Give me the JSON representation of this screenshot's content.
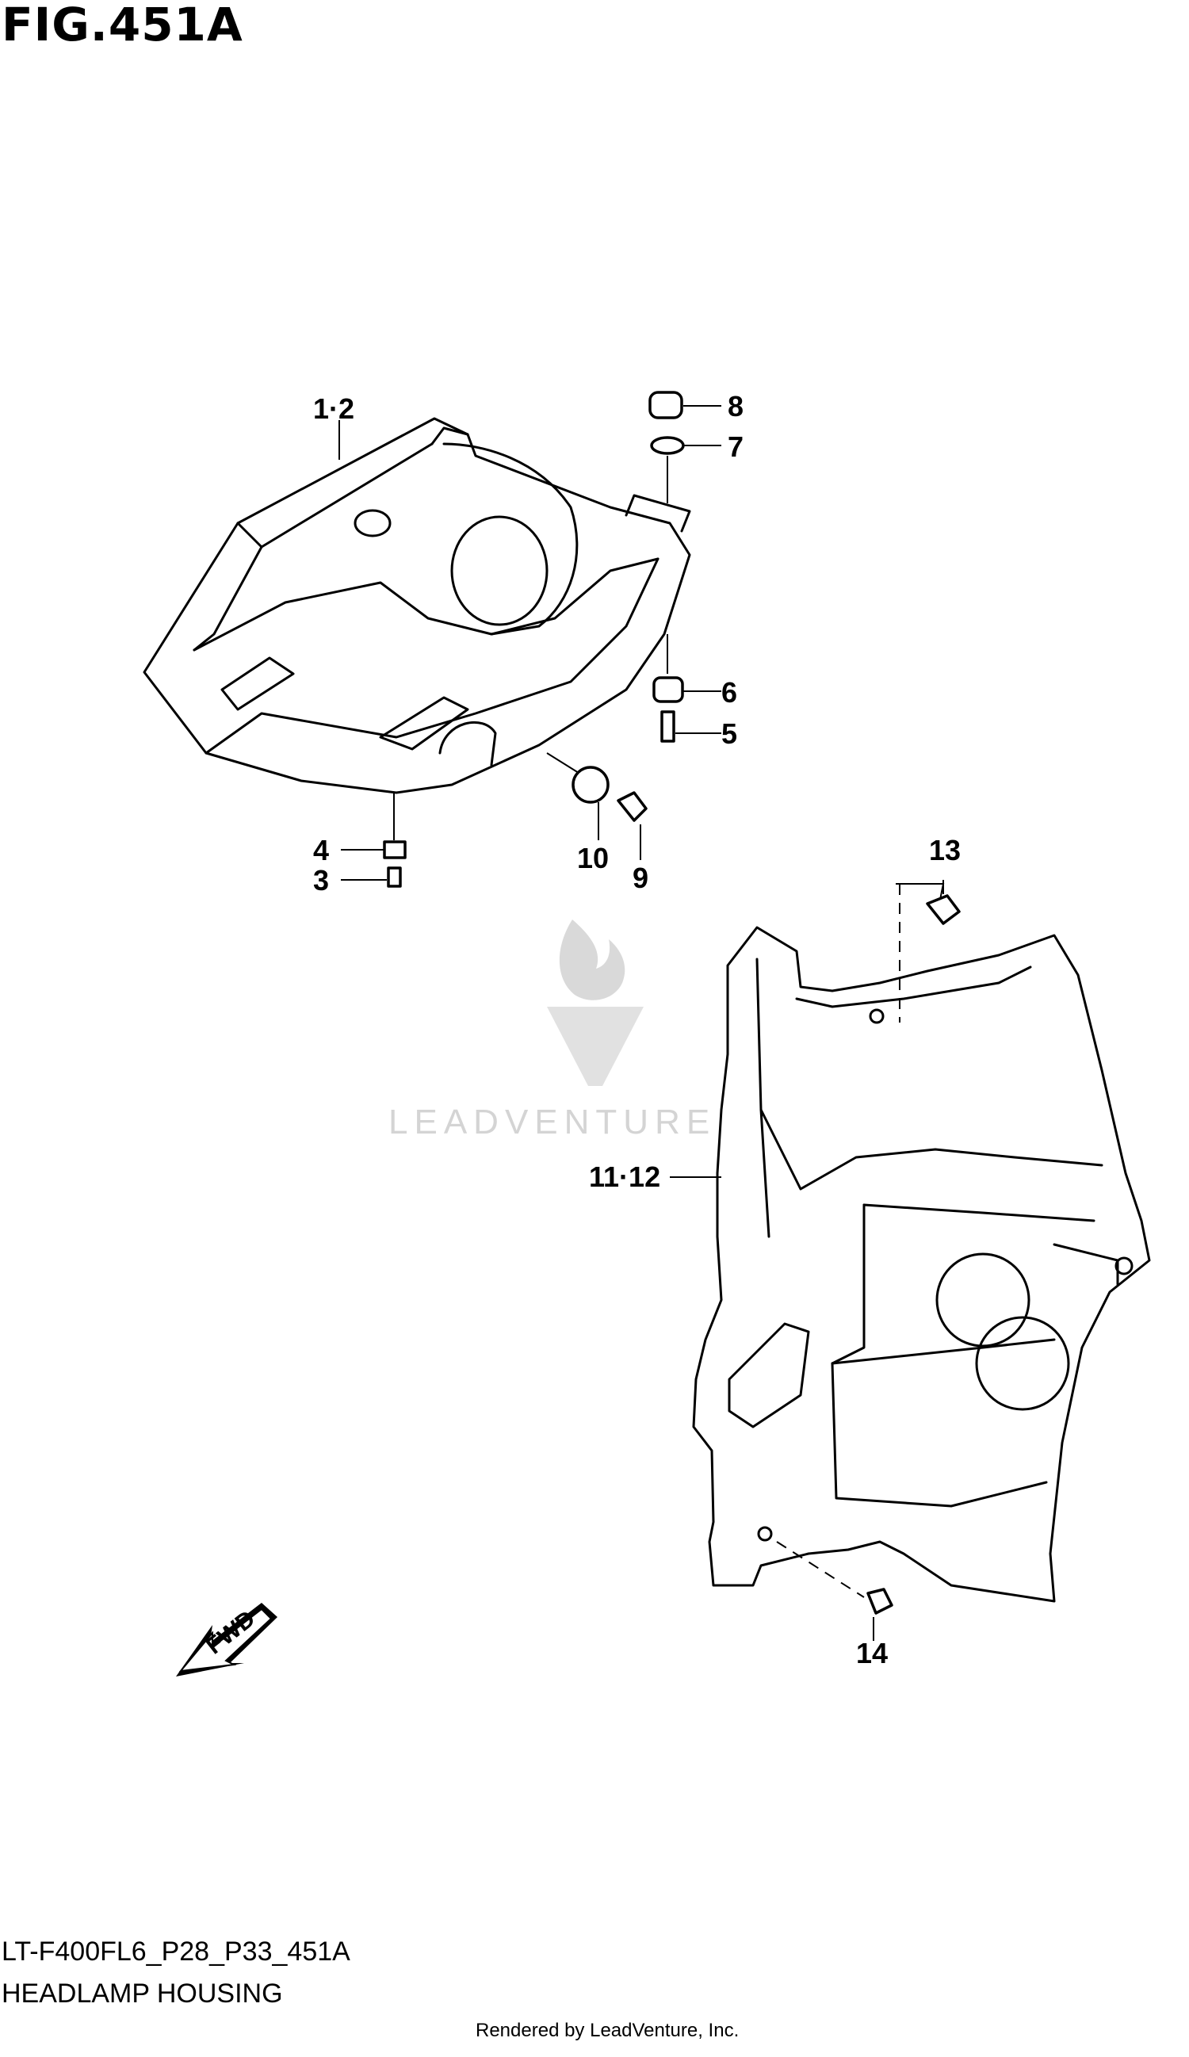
{
  "figure": {
    "title": "FIG.451A"
  },
  "callouts": [
    {
      "id": "c12",
      "label": "1·2"
    },
    {
      "id": "c8",
      "label": "8"
    },
    {
      "id": "c7",
      "label": "7"
    },
    {
      "id": "c6",
      "label": "6"
    },
    {
      "id": "c5",
      "label": "5"
    },
    {
      "id": "c4",
      "label": "4"
    },
    {
      "id": "c3",
      "label": "3"
    },
    {
      "id": "c10",
      "label": "10"
    },
    {
      "id": "c9",
      "label": "9"
    },
    {
      "id": "c13",
      "label": "13"
    },
    {
      "id": "c1112",
      "label": "11·12"
    },
    {
      "id": "c14",
      "label": "14"
    }
  ],
  "direction_arrow": {
    "label": "FWD"
  },
  "watermark": {
    "text": "LEADVENTURE"
  },
  "footer": {
    "code": "LT-F400FL6_P28_P33_451A",
    "name": "HEADLAMP HOUSING",
    "rendered_by": "Rendered by LeadVenture, Inc."
  }
}
